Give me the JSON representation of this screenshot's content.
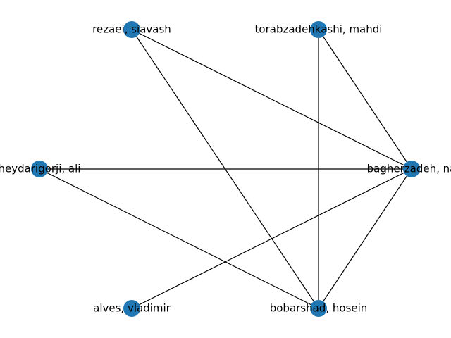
{
  "graph": {
    "node_color": "#1f77b4",
    "edge_color": "#000000",
    "nodes": [
      {
        "id": "rezaei",
        "label": "rezaei, siavash"
      },
      {
        "id": "torabzadehkashi",
        "label": "torabzadehkashi, mahdi"
      },
      {
        "id": "heydarigorji",
        "label": "heydarigorji, ali"
      },
      {
        "id": "bagherzadeh",
        "label": "bagherzadeh, na"
      },
      {
        "id": "alves",
        "label": "alves, vladimir"
      },
      {
        "id": "bobarshad",
        "label": "bobarshad, hosein"
      }
    ],
    "edges": [
      {
        "source": "rezaei",
        "target": "bagherzadeh"
      },
      {
        "source": "rezaei",
        "target": "bobarshad"
      },
      {
        "source": "torabzadehkashi",
        "target": "bagherzadeh"
      },
      {
        "source": "torabzadehkashi",
        "target": "bobarshad"
      },
      {
        "source": "heydarigorji",
        "target": "bagherzadeh"
      },
      {
        "source": "heydarigorji",
        "target": "bobarshad"
      },
      {
        "source": "bagherzadeh",
        "target": "alves"
      },
      {
        "source": "bagherzadeh",
        "target": "bobarshad"
      }
    ]
  }
}
